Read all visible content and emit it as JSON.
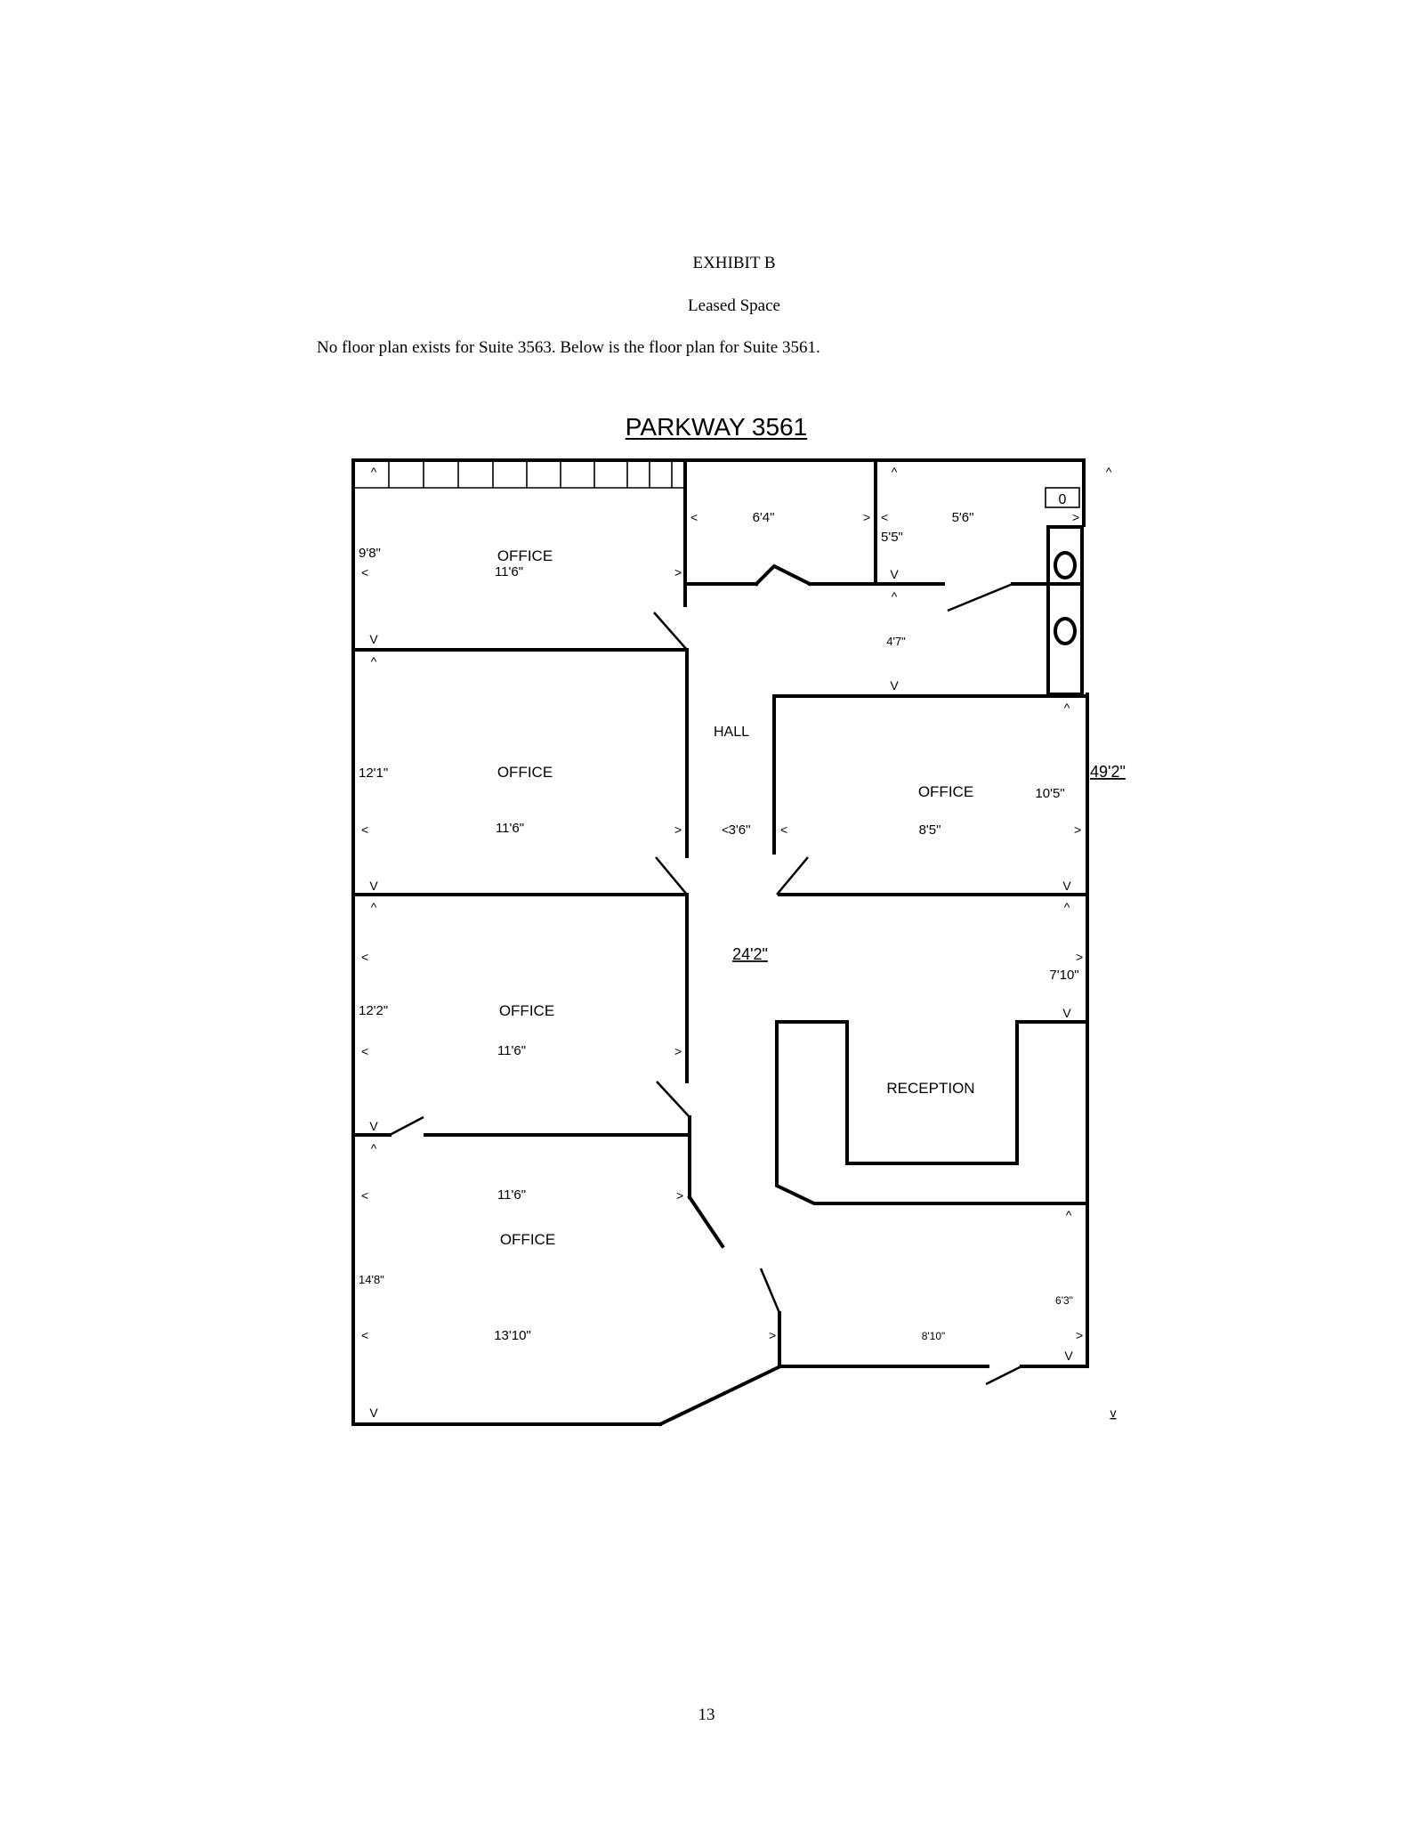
{
  "document": {
    "exhibit_title": "EXHIBIT B",
    "subtitle": "Leased Space",
    "note": "No floor plan exists for Suite 3563.  Below is the floor plan for Suite 3561.",
    "page_number": "13"
  },
  "floor_plan": {
    "title": "PARKWAY  3561",
    "rooms": {
      "office_1": "OFFICE",
      "office_2": "OFFICE",
      "office_3": "OFFICE",
      "office_4": "OFFICE",
      "office_right": "OFFICE",
      "hall": "HALL",
      "reception": "RECEPTION"
    },
    "dimensions": {
      "office_1_height": "9'8\"",
      "office_1_width": "11'6\"",
      "office_2_height": "12'1\"",
      "office_2_width": "11'6\"",
      "office_3_height": "12'2\"",
      "office_3_width": "11'6\"",
      "office_4_width_top": "11'6\"",
      "office_4_height": "14'8\"",
      "office_4_width_bottom": "13'10\"",
      "closet_width": "6'4\"",
      "small_room_width": "5'6\"",
      "small_room_height": "5'5\"",
      "corridor_upper": "4'7\"",
      "hall_width": "3'6\"",
      "office_right_width": "8'5\"",
      "office_right_height": "10'5\"",
      "overall_height": "49'2\"",
      "overall_width": "24'2\"",
      "reception_upper": "7'10\"",
      "entry_height": "6'3\"",
      "entry_width": "8'10\"",
      "fixture_label": "0"
    },
    "arrows": {
      "up": "^",
      "down": "v",
      "down_upper": "V",
      "left": "<",
      "right": ">"
    }
  }
}
